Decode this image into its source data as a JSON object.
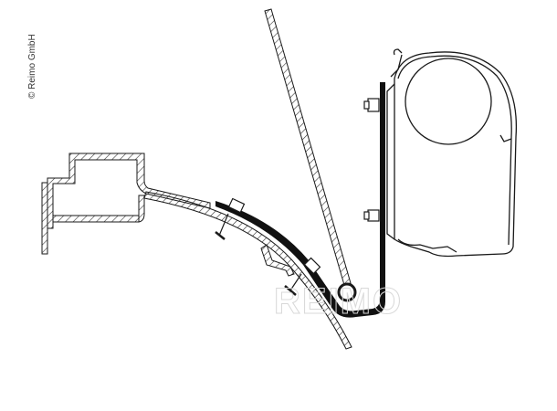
{
  "copyright": "© Reimo GmbH",
  "watermark": "REIMO",
  "diagram": {
    "subject": "awning-adapter-bracket-installation",
    "parts": [
      {
        "id": "roof-rail-profile",
        "description": "hatched vehicle roof/gutter profile on left"
      },
      {
        "id": "vehicle-body-panel",
        "description": "curved hatched body panel"
      },
      {
        "id": "adapter-bracket",
        "description": "black bent adapter strip"
      },
      {
        "id": "bolts",
        "description": "clamp bolts through body panel"
      },
      {
        "id": "door-frame",
        "description": "diagonal hatched door/window panel"
      },
      {
        "id": "awning-cassette",
        "description": "awning housing with fabric roller"
      },
      {
        "id": "mount-nuts",
        "description": "nuts fixing awning to bracket"
      }
    ],
    "colors": {
      "line": "#1a1a1a",
      "fill_dark": "#111111",
      "hatch": "#333333",
      "watermark": "#d8d8d8"
    }
  }
}
